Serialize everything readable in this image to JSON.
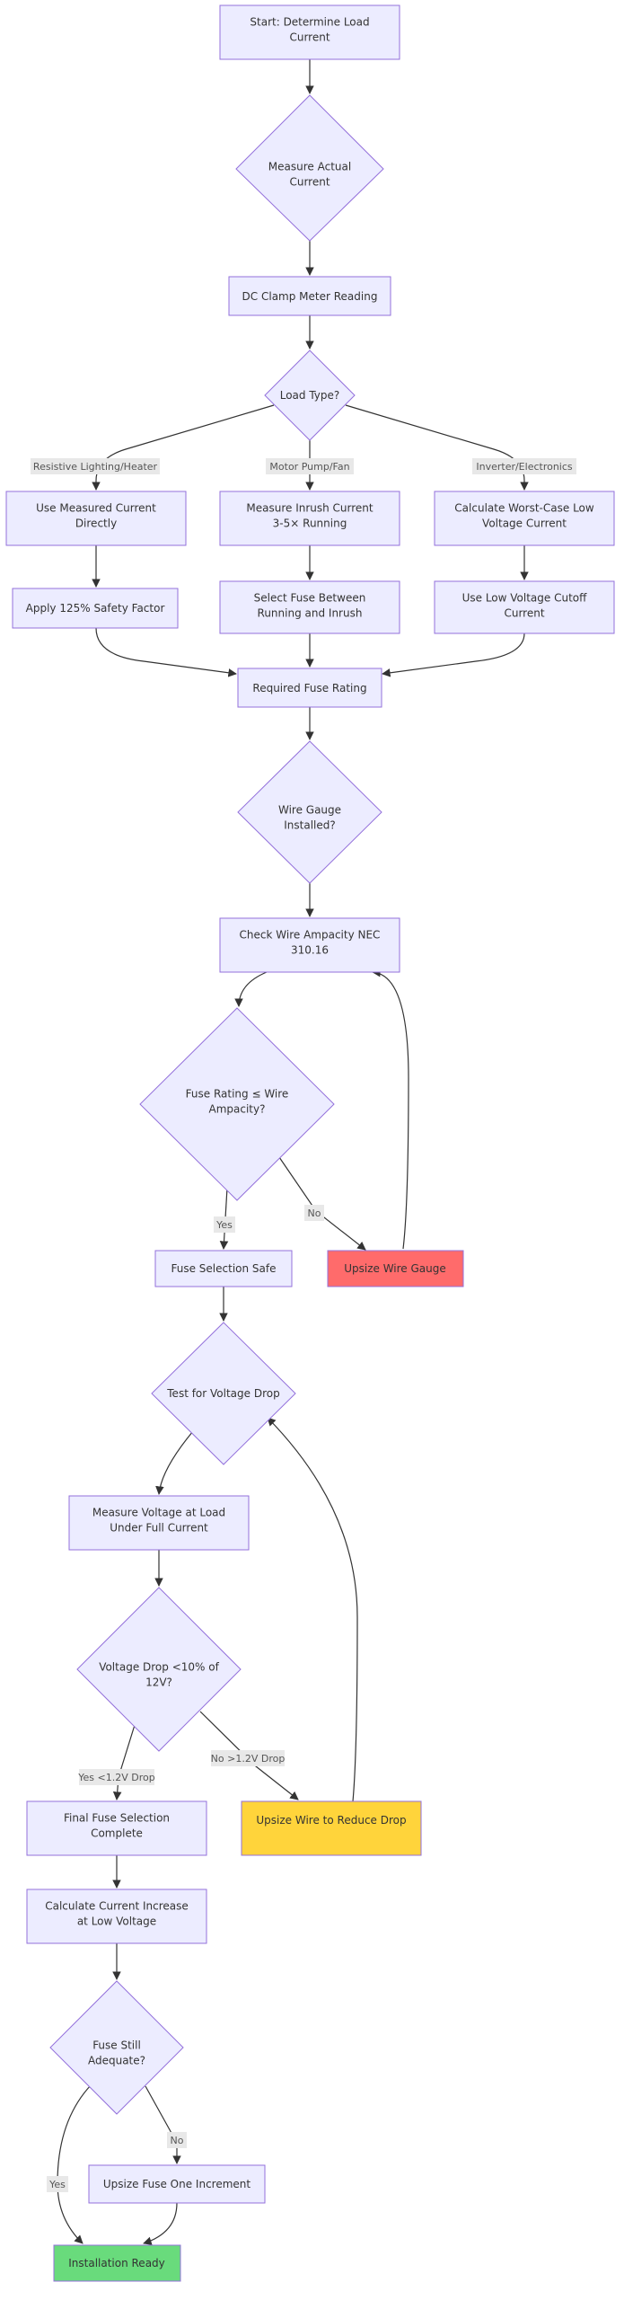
{
  "nodes": {
    "start": "Start: Determine Load Current",
    "measure_actual": "Measure Actual Current",
    "dc_clamp": "DC Clamp Meter Reading",
    "load_type": "Load Type?",
    "use_measured": "Use Measured Current Directly",
    "measure_inrush": "Measure Inrush Current 3-5× Running",
    "calc_worst": "Calculate Worst-Case Low Voltage Current",
    "apply_125": "Apply 125% Safety Factor",
    "select_between": "Select Fuse Between Running and Inrush",
    "use_low_v": "Use Low Voltage Cutoff Current",
    "required_rating": "Required Fuse Rating",
    "wire_gauge": "Wire Gauge Installed?",
    "check_ampacity": "Check Wire Ampacity NEC 310.16",
    "fuse_rating_check": "Fuse Rating ≤ Wire Ampacity?",
    "fuse_safe": "Fuse Selection Safe",
    "upsize_wire_gauge": "Upsize Wire Gauge",
    "test_vdrop": "Test for Voltage Drop",
    "measure_voltage": "Measure Voltage at Load Under Full Current",
    "vdrop_check": "Voltage Drop <10% of 12V?",
    "final_selection": "Final Fuse Selection Complete",
    "upsize_wire_drop": "Upsize Wire to Reduce Drop",
    "calc_increase": "Calculate Current Increase at Low Voltage",
    "fuse_adequate": "Fuse Still Adequate?",
    "upsize_fuse": "Upsize Fuse One Increment",
    "install_ready": "Installation Ready"
  },
  "edge_labels": {
    "resistive": "Resistive Lighting/Heater",
    "motor": "Motor Pump/Fan",
    "inverter": "Inverter/Electronics",
    "yes1": "Yes",
    "no1": "No",
    "yes2": "Yes <1.2V Drop",
    "no2": "No >1.2V Drop",
    "no3": "No",
    "yes3": "Yes"
  },
  "colors": {
    "node_fill": "#ECECFF",
    "node_stroke": "#9370DB",
    "edge": "#333333",
    "label_bg": "#E8E8E8",
    "danger_fill": "#FF6B6B",
    "warning_fill": "#FFD43B",
    "success_fill": "#69DB7C"
  }
}
